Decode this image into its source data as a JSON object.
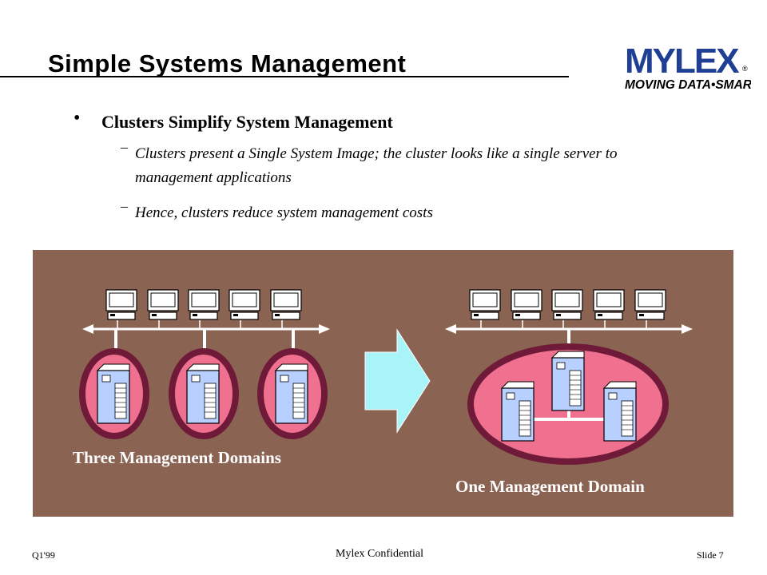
{
  "slide": {
    "title": "Simple Systems Management",
    "bullet": "Clusters Simplify System Management",
    "sub_bullets": [
      "Clusters present a Single System Image; the cluster looks like a single server to management applications",
      "Hence, clusters reduce system management costs"
    ],
    "dash_glyph": "–",
    "bullet_glyph": "•"
  },
  "logo": {
    "wordmark": "MYLEX",
    "registered": "®",
    "tagline": "MOVING DATA•SMARTER"
  },
  "diagram": {
    "left_caption": "Three Management Domains",
    "right_caption": "One Management Domain",
    "colors": {
      "background": "#8b6352",
      "domain_fill": "#f07090",
      "domain_border": "#6e1a38",
      "arrow": "#a8f4f8",
      "server": "#b8d0ff",
      "network": "#ffffff"
    }
  },
  "footer": {
    "left": "Q1'99",
    "center": "Mylex Confidential",
    "right": "Slide  7"
  }
}
